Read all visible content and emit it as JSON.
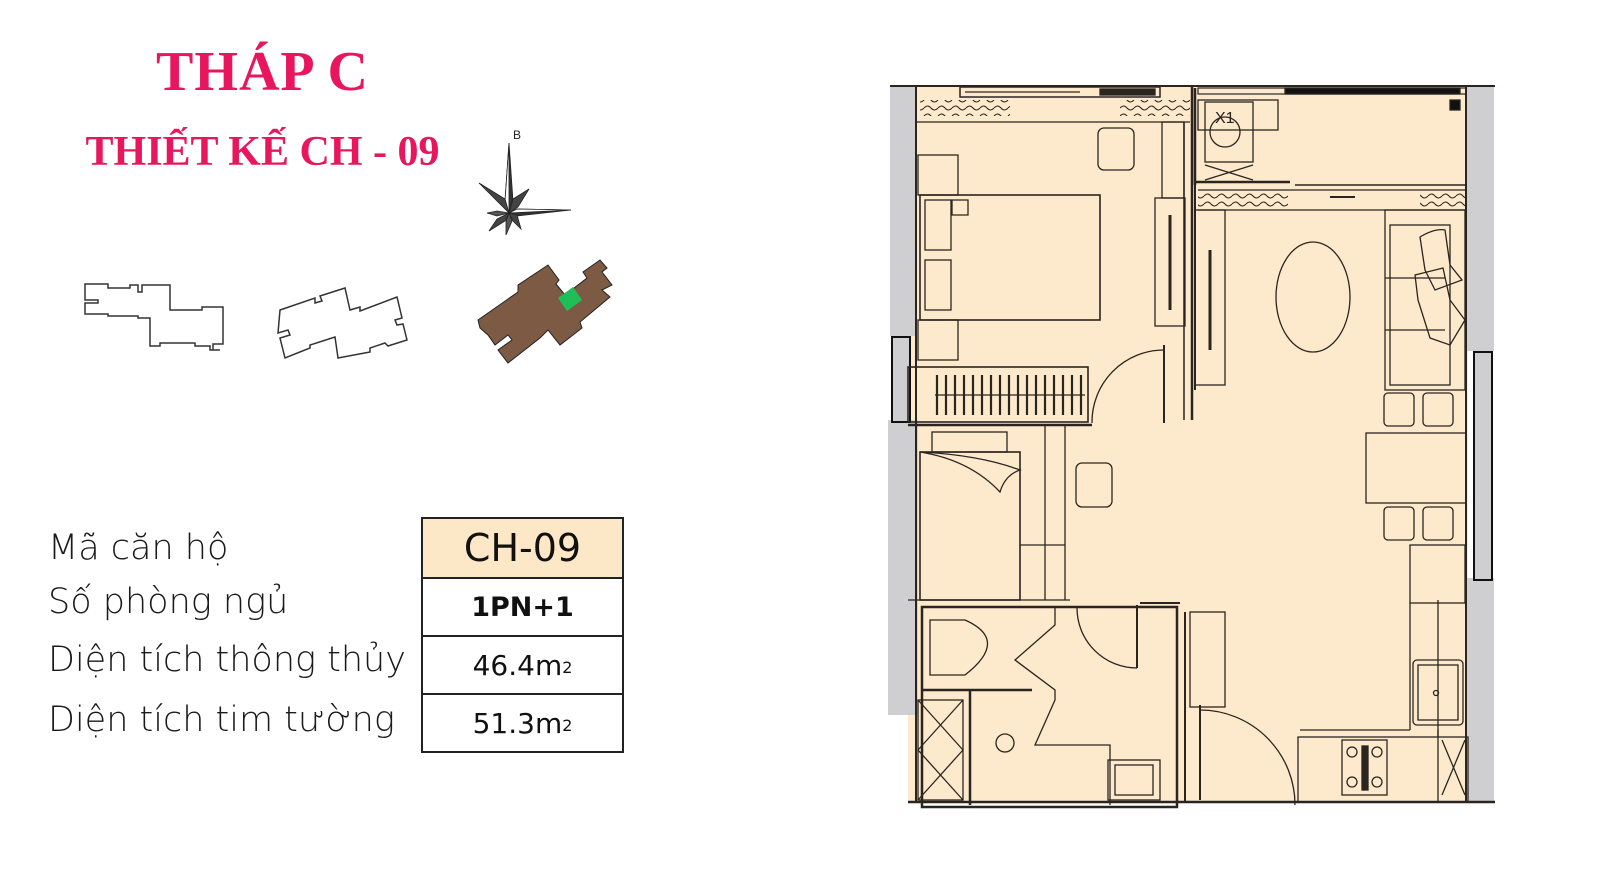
{
  "header": {
    "title": "THÁP C",
    "subtitle": "THIẾT KẾ CH - 09",
    "title_color": "#e8175d"
  },
  "compass": {
    "north_label": "B",
    "icon": "compass-rose-icon"
  },
  "key_plan": {
    "towers": [
      {
        "name": "tower-a",
        "fill": "none"
      },
      {
        "name": "tower-b",
        "fill": "none"
      },
      {
        "name": "tower-c",
        "fill": "#7d5a44",
        "highlight_unit_color": "#1fbf58"
      }
    ]
  },
  "unit_info": {
    "rows": [
      {
        "label": "Mã căn hộ",
        "value": "CH-09"
      },
      {
        "label": "Số phòng ngủ",
        "value": "1PN+1"
      },
      {
        "label": "Diện tích thông thủy",
        "value": "46.4m",
        "unit_sup": "2"
      },
      {
        "label": "Diện tích tim tường",
        "value": "51.3m",
        "unit_sup": "2"
      }
    ],
    "header_cell_color": "#fce7c6"
  },
  "floor_plan": {
    "floor_color": "#fde9cc",
    "wall_color": "#cfcfd1",
    "line_color": "#2b2520",
    "washer_label": "X1"
  }
}
